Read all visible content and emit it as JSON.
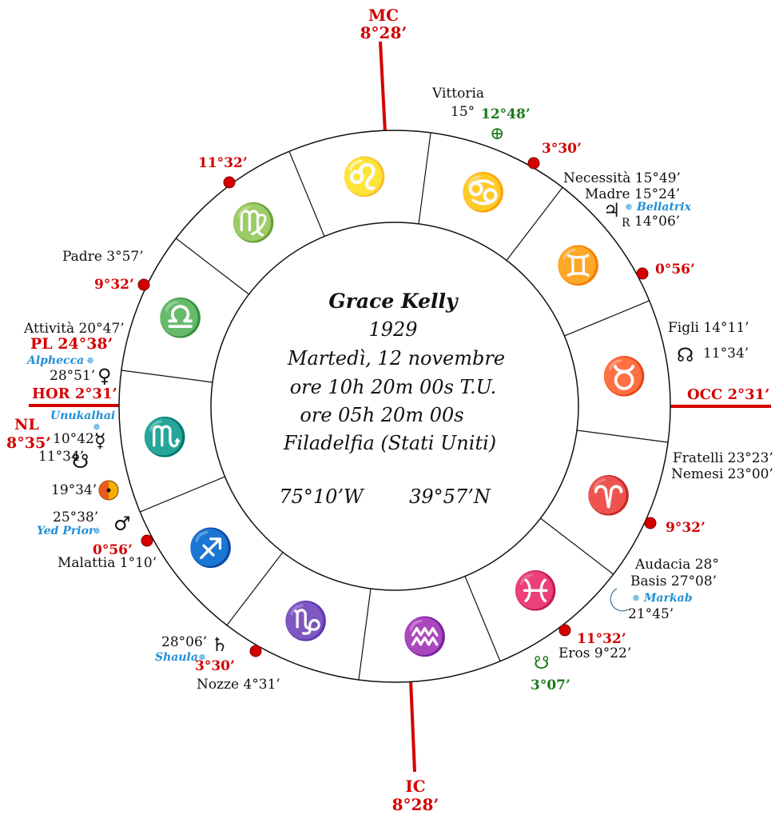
{
  "center": {
    "name": "Grace Kelly",
    "year": "1929",
    "date": "Martedì, 12 novembre",
    "time_ut": "ore 10h 20m 00s T.U.",
    "time_local": "ore 05h 20m 00s",
    "place": "Filadelfia (Stati Uniti)",
    "longitude": "75°10’W",
    "latitude": "39°57’N"
  },
  "axes": {
    "mc_label": "MC",
    "mc_value": "8°28’",
    "ic_label": "IC",
    "ic_value": "8°28’",
    "hor": "HOR 2°31’",
    "occ": "OCC 2°31’"
  },
  "signs": [
    {
      "name": "leo",
      "glyph": "♌"
    },
    {
      "name": "cancer",
      "glyph": "♋"
    },
    {
      "name": "gemini",
      "glyph": "♊"
    },
    {
      "name": "taurus",
      "glyph": "♉"
    },
    {
      "name": "aries",
      "glyph": "♈"
    },
    {
      "name": "pisces",
      "glyph": "♓"
    },
    {
      "name": "aquarius",
      "glyph": "♒"
    },
    {
      "name": "capricorn",
      "glyph": "♑"
    },
    {
      "name": "sagittarius",
      "glyph": "♐"
    },
    {
      "name": "scorpio",
      "glyph": "♏"
    },
    {
      "name": "libra",
      "glyph": "♎"
    },
    {
      "name": "virgo",
      "glyph": "♍"
    }
  ],
  "cusps": {
    "c1": "11°32’",
    "c2": "3°30’",
    "c3": "0°56’",
    "c4": "9°32’",
    "c5": "11°32’",
    "c6": "3°30’",
    "c7": "0°56’",
    "c8": "9°32’"
  },
  "labels": {
    "vittoria": "Vittoria",
    "vittoria_deg": "15°",
    "fortune_deg": "12°48’",
    "fortune_glyph": "⊕",
    "necessita": "Necessità  15°49’",
    "madre": "Madre 15°24’",
    "jupiter_glyph": "♃",
    "bellatrix": "Bellatrix",
    "jupiter_r": "R",
    "jupiter_deg": "14°06’",
    "figli": "Figli  14°11’",
    "node_glyph": "☊",
    "node_deg": "11°34’",
    "fratelli": "Fratelli 23°23’",
    "nemesi": "Nemesi 23°00’",
    "audacia": "Audacia 28°",
    "basis": "Basis 27°08’",
    "markab": "Markab",
    "moon_glyph": "☽",
    "moon_deg": "21°45’",
    "eros": "Eros 9°22’",
    "eros_glyph": "☋",
    "eros_green": "3°07’",
    "padre": "Padre 3°57’",
    "attivita": "Attività 20°47’",
    "pl": "PL 24°38’",
    "alphecca": "Alphecca",
    "venus_deg": "28°51’",
    "venus_glyph": "♀",
    "unukalhai": "Unukalhai",
    "nl": "NL",
    "nl_deg": "8°35’",
    "mercury_deg": "10°42’",
    "mercury_glyph": "☿",
    "snode_deg": "11°34’",
    "snode_glyph": "☋",
    "sun_deg": "19°34’",
    "mars_deg": "25°38’",
    "mars_glyph": "♂",
    "yed_prior": "Yed Prior",
    "malattia": "Malattia 1°10’",
    "saturn_deg": "28°06’",
    "saturn_glyph": "♄",
    "shaula": "Shaula",
    "nozze": "Nozze 4°31’",
    "star_glyph": "✵"
  }
}
